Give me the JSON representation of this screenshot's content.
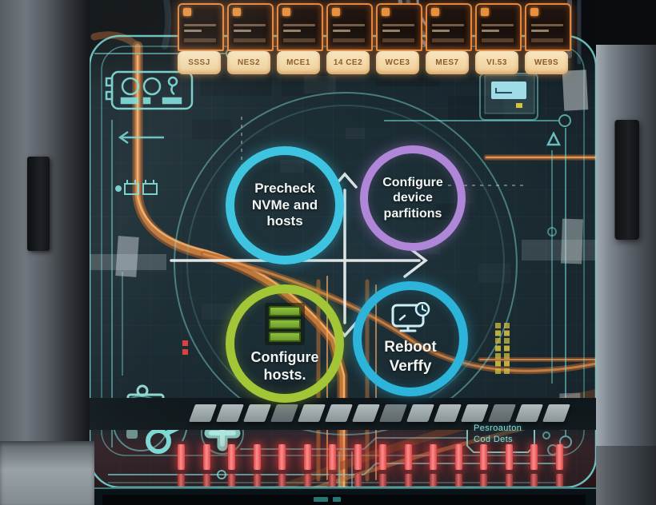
{
  "drive_bay": {
    "count": 8,
    "labels": [
      "SSSJ",
      "NES2",
      "MCE1",
      "14 CE2",
      "WCE3",
      "MES7",
      "VI.53",
      "WE9S"
    ]
  },
  "workflow": {
    "steps": [
      {
        "name": "precheck",
        "label": "Precheck\nNVMe and\nhosts",
        "ring_color": "#3cc4e0",
        "icon": ""
      },
      {
        "name": "configure-partitions",
        "label": "Configure\ndevice\nparfitions",
        "ring_color": "#b087d8",
        "icon": ""
      },
      {
        "name": "configure-hosts",
        "label": "Configure\nhosts.",
        "ring_color": "#a2c636",
        "icon": "server-stack-icon"
      },
      {
        "name": "reboot-verify",
        "label": "Reboot\nVerffy",
        "ring_color": "#2cb4da",
        "icon": "monitor-clock-icon"
      }
    ],
    "arrow_color": "#f0f4f3"
  },
  "annotation_box": {
    "line1": "Pesroauton",
    "line2": "Cod Dets",
    "color": "#86d8d4"
  },
  "indicators": {
    "led_count": 16,
    "led_color": "#ff6a6a",
    "slot_count": 14,
    "yellow_dot_rows": 7,
    "yellow_dot_cols": 2,
    "yellow_dot_color": "#cfbf42"
  },
  "icons": {
    "top_left": "robot-face-icon",
    "top_right": "memory-card-icon",
    "bottom_left": [
      "clipboard-icon",
      "magnifier-icon",
      "plus-icon"
    ],
    "step3": "server-stack-icon",
    "step4": "monitor-clock-icon"
  },
  "palette": {
    "overlay_teal": "#74dcd8",
    "cable_orange": "#e08a3c",
    "panel_bg": "#131e25",
    "led_red": "#ff6a6a"
  }
}
